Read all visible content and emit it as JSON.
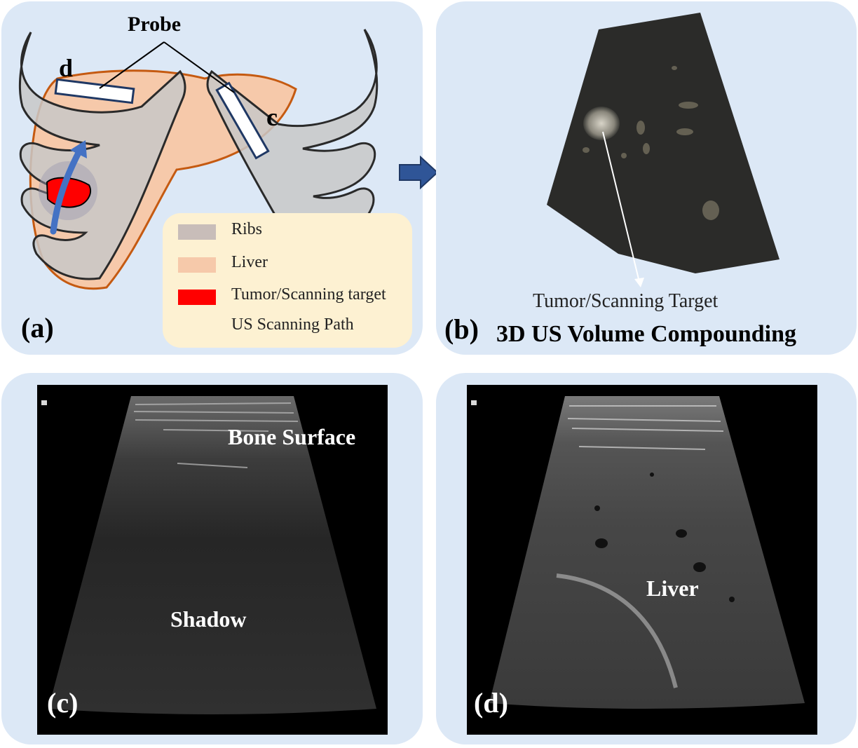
{
  "panel_a": {
    "letter": "(a)",
    "probe_label": "Probe",
    "probe_d_label": "d",
    "probe_c_label": "c",
    "legend": [
      {
        "label": "Ribs",
        "color": "#c8bdb9"
      },
      {
        "label": "Liver",
        "color": "#f6c9aa"
      },
      {
        "label": "Tumor/Scanning target",
        "color": "#ff0000"
      },
      {
        "label": "US Scanning Path",
        "color": "#4472c4"
      }
    ]
  },
  "panel_b": {
    "letter": "(b)",
    "target_label": "Tumor/Scanning Target",
    "caption": "3D US Volume Compounding"
  },
  "panel_c": {
    "letter": "(c)",
    "label_top": "Bone Surface",
    "label_bottom": "Shadow"
  },
  "panel_d": {
    "letter": "(d)",
    "label": "Liver"
  },
  "colors": {
    "panel_bg": "#dce8f6",
    "legend_bg": "#fdf1d2",
    "rib_fill": "#c8c8c8",
    "liver_fill": "#f6c9aa",
    "liver_outline": "#c55a11",
    "arrow_blue": "#4472c4"
  }
}
